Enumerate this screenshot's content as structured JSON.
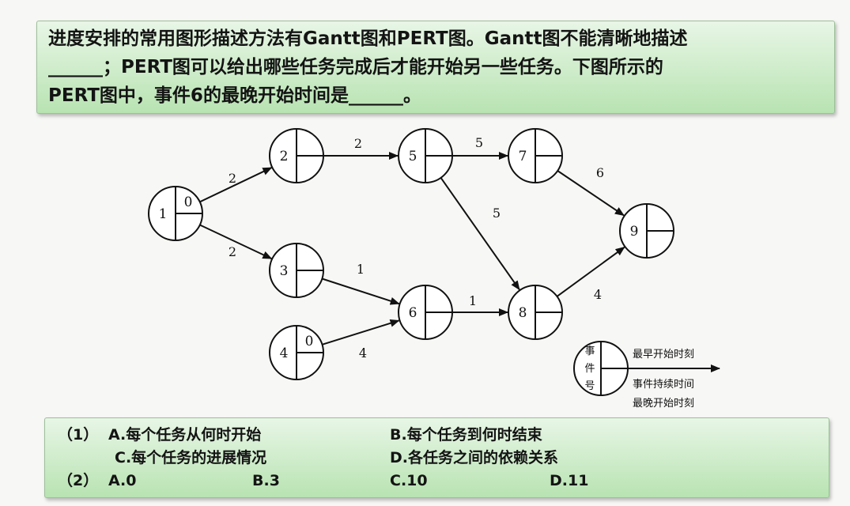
{
  "question": {
    "line1": "进度安排的常用图形描述方法有Gantt图和PERT图。Gantt图不能清晰地描述",
    "line2": "______；PERT图可以给出哪些任务完成后才能开始另一些任务。下图所示的",
    "line3": "PERT图中，事件6的最晚开始时间是______。"
  },
  "diagram": {
    "nodes": [
      {
        "id": "1",
        "top": "0"
      },
      {
        "id": "2",
        "top": ""
      },
      {
        "id": "3",
        "top": ""
      },
      {
        "id": "4",
        "top": "0"
      },
      {
        "id": "5",
        "top": ""
      },
      {
        "id": "6",
        "top": ""
      },
      {
        "id": "7",
        "top": ""
      },
      {
        "id": "8",
        "top": ""
      },
      {
        "id": "9",
        "top": ""
      }
    ],
    "edges": [
      {
        "from": "1",
        "to": "2",
        "weight": "2"
      },
      {
        "from": "1",
        "to": "3",
        "weight": "2"
      },
      {
        "from": "2",
        "to": "5",
        "weight": "2"
      },
      {
        "from": "3",
        "to": "6",
        "weight": "1"
      },
      {
        "from": "4",
        "to": "6",
        "weight": "4"
      },
      {
        "from": "5",
        "to": "7",
        "weight": "5"
      },
      {
        "from": "5",
        "to": "8",
        "weight": "5"
      },
      {
        "from": "6",
        "to": "8",
        "weight": "1"
      },
      {
        "from": "7",
        "to": "9",
        "weight": "6"
      },
      {
        "from": "8",
        "to": "9",
        "weight": "4"
      }
    ],
    "legend": {
      "left_chars": [
        "事",
        "件",
        "号"
      ],
      "earliest": "最早开始时刻",
      "duration": "事件持续时间",
      "latest": "最晚开始时刻"
    }
  },
  "options": {
    "q1_prefix": "（1）",
    "q1_a": "A.每个任务从何时开始",
    "q1_b": "B.每个任务到何时结束",
    "q1_c": "C.每个任务的进展情况",
    "q1_d": "D.各任务之间的依赖关系",
    "q2_prefix": "（2）",
    "q2_a": "A.0",
    "q2_b": "B.3",
    "q2_c": "C.10",
    "q2_d": "D.11"
  }
}
